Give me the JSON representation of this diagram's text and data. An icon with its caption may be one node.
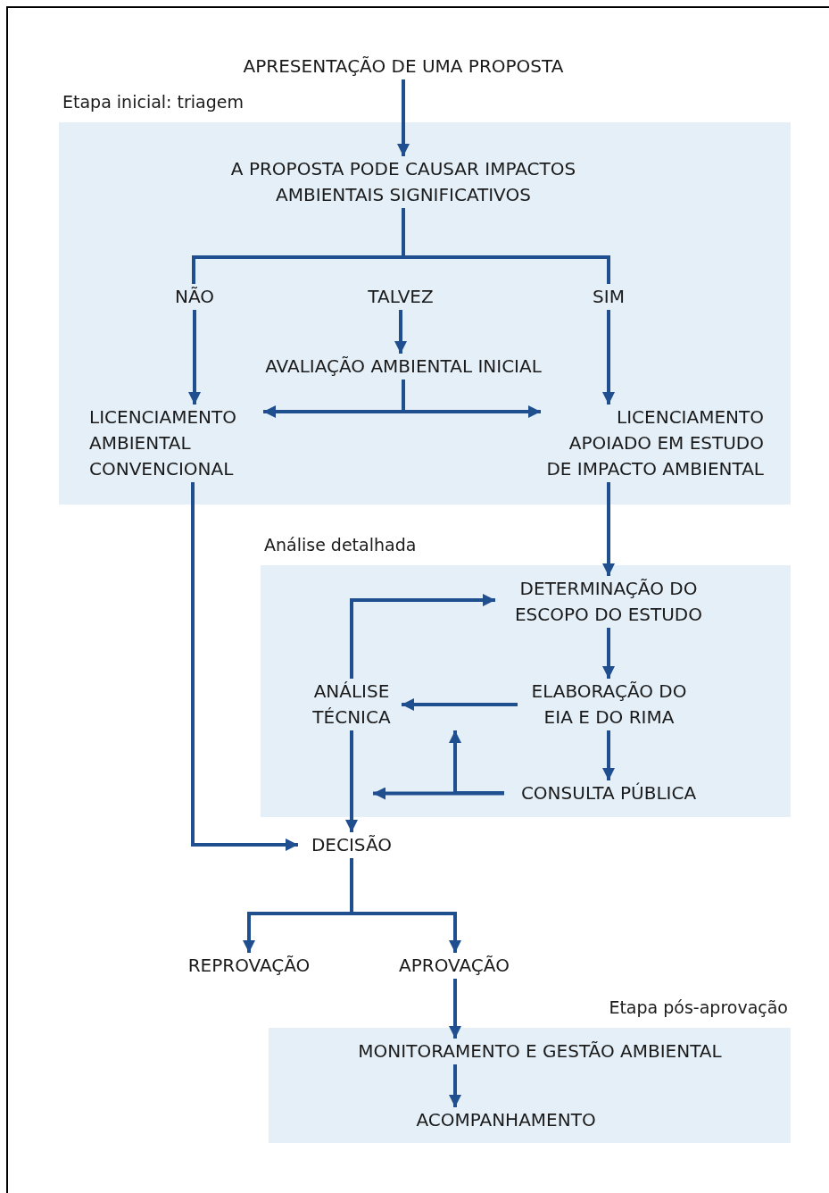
{
  "diagram": {
    "nodes": [
      {
        "text": [
          "APRESENTAÇÃO DE UMA PROPOSTA"
        ]
      },
      {
        "text": [
          "Etapa inicial: triagem"
        ]
      },
      {
        "text": [
          "A PROPOSTA PODE CAUSAR IMPACTOS AMBIENTAIS SIGNIFICATIVOS"
        ],
        "in": 1
      },
      {
        "text": [
          "NÃO"
        ],
        "in": 1
      },
      {
        "text": [
          "TALVEZ"
        ],
        "in": 1
      },
      {
        "text": [
          "SIM"
        ],
        "in": 1
      },
      {
        "text": [
          "AVALIAÇÃO AMBIENTAL INICIAL"
        ],
        "in": 1
      },
      {
        "text": [
          "LICENCIAMENTO AMBIENTAL CONVENCIONAL"
        ],
        "in": 1
      },
      {
        "text": [
          "LICENCIAMENTO APOIADO EM ESTUDO DE IMPACTO AMBIENTAL"
        ],
        "in": 1
      },
      {
        "text": [
          "Análise detalhada"
        ]
      },
      {
        "text": [
          "DETERMINAÇÃO DO ESCOPO DO ESTUDO"
        ],
        "in": 9
      },
      {
        "text": [
          "ANÁLISE TÉCNICA"
        ],
        "in": 9
      },
      {
        "text": [
          "ELABORAÇÃO DO EIA E DO RIMA"
        ],
        "in": 9
      },
      {
        "text": [
          "CONSULTA PÚBLICA"
        ],
        "in": 9
      },
      {
        "text": [
          "DECISÃO"
        ]
      },
      {
        "text": [
          "REPROVAÇÃO"
        ]
      },
      {
        "text": [
          "APROVAÇÃO"
        ]
      },
      {
        "text": [
          "Etapa pós-aprovação"
        ]
      },
      {
        "text": [
          "MONITORAMENTO E GESTÃO AMBIENTAL"
        ],
        "in": 17
      },
      {
        "text": [
          "ACOMPANHAMENTO"
        ],
        "in": 17
      }
    ],
    "edges": [
      {
        "from": 0,
        "to": 2,
        "arrow": "to"
      },
      {
        "from": 2,
        "to": 3,
        "arrow": "none"
      },
      {
        "from": 2,
        "to": 5,
        "arrow": "none"
      },
      {
        "from": 3,
        "to": 7,
        "arrow": "to"
      },
      {
        "from": 4,
        "to": 6,
        "arrow": "to"
      },
      {
        "from": 5,
        "to": 8,
        "arrow": "to"
      },
      {
        "from": 6,
        "to": 7,
        "arrow": "to"
      },
      {
        "from": 6,
        "to": 8,
        "arrow": "to"
      },
      {
        "from": 7,
        "to": 14,
        "arrow": "to"
      },
      {
        "from": 8,
        "to": 10,
        "arrow": "to"
      },
      {
        "from": 11,
        "to": 10,
        "arrow": "to"
      },
      {
        "from": 10,
        "to": 12,
        "arrow": "to"
      },
      {
        "from": 12,
        "to": 11,
        "arrow": "to"
      },
      {
        "from": 12,
        "to": 13,
        "arrow": "to"
      },
      {
        "from": 13,
        "to": 11,
        "arrow": "to"
      },
      {
        "from": 13,
        "to": 14,
        "arrow": "to"
      },
      {
        "from": 11,
        "to": 14,
        "arrow": "to"
      },
      {
        "from": 14,
        "to": 15,
        "arrow": "to"
      },
      {
        "from": 14,
        "to": 16,
        "arrow": "to"
      },
      {
        "from": 16,
        "to": 18,
        "arrow": "to"
      },
      {
        "from": 18,
        "to": 19,
        "arrow": "to"
      }
    ]
  }
}
